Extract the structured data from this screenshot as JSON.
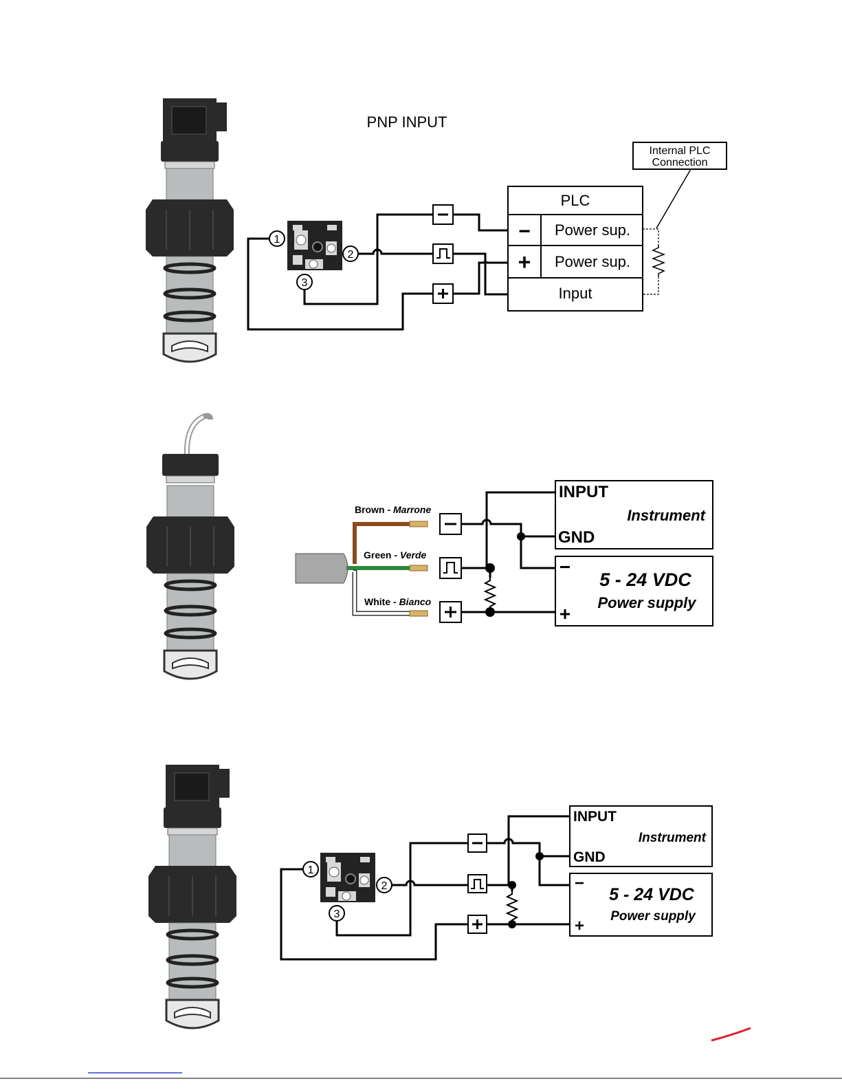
{
  "section1": {
    "title": "PNP INPUT",
    "internal_label_line1": "Internal PLC",
    "internal_label_line2": "Connection",
    "plc_header": "PLC",
    "plc_rows": [
      "Power sup.",
      "Power sup.",
      "Input"
    ],
    "plc_signs": [
      "−",
      "+"
    ],
    "pins": [
      "1",
      "2",
      "3"
    ]
  },
  "section2": {
    "wires": [
      {
        "label_en": "Brown",
        "label_it": "Marrone",
        "color": "#8b4a1d"
      },
      {
        "label_en": "Green",
        "label_it": "Verde",
        "color": "#2d8a3a"
      },
      {
        "label_en": "White",
        "label_it": "Bianco",
        "color": "#ffffff"
      }
    ],
    "separator": " - ",
    "instrument_input": "INPUT",
    "instrument_label": "Instrument",
    "instrument_gnd": "GND",
    "supply_minus": "−",
    "supply_plus": "+",
    "supply_voltage": "5 - 24 VDC",
    "supply_label": "Power supply"
  },
  "section3": {
    "pins": [
      "1",
      "2",
      "3"
    ],
    "instrument_input": "INPUT",
    "instrument_label": "Instrument",
    "instrument_gnd": "GND",
    "supply_minus": "−",
    "supply_plus": "+",
    "supply_voltage": "5 - 24 VDC",
    "supply_label": "Power supply"
  },
  "colors": {
    "accent_red": "#e0202e",
    "link_blue": "#3344cc"
  }
}
